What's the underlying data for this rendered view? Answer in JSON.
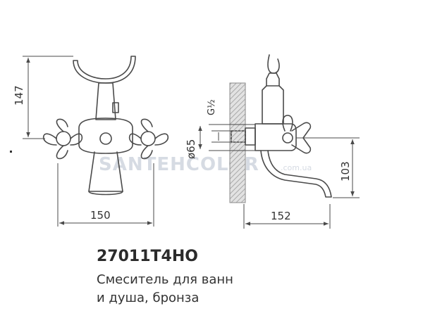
{
  "product": {
    "code": "27011Т4НО",
    "description_line1": "Смеситель для ванн",
    "description_line2": "и душа, бронза"
  },
  "dimensions": {
    "height_total": "147",
    "width_front": "150",
    "diameter": "ø65",
    "thread": "G½",
    "spout_reach": "152",
    "spout_height": "103"
  },
  "watermark": {
    "brand": "SANTEHCOLOR",
    "domain": ".com.ua"
  },
  "colors": {
    "line": "#4a4a4a",
    "wall_hatch": "#bdbdbd",
    "watermark": "#d6dbe3"
  }
}
